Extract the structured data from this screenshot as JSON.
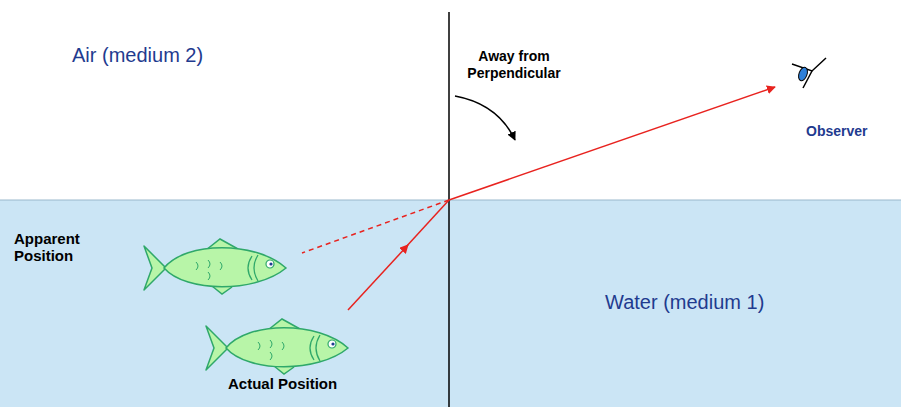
{
  "diagram": {
    "nodes": [
      {
        "text": [
          "Air (medium 2)"
        ]
      },
      {
        "text": [
          "Water (medium 1)"
        ]
      }
    ],
    "labels": [
      "Away from Perpendicular",
      "Observer",
      "Apparent Position",
      "Actual Position"
    ]
  }
}
